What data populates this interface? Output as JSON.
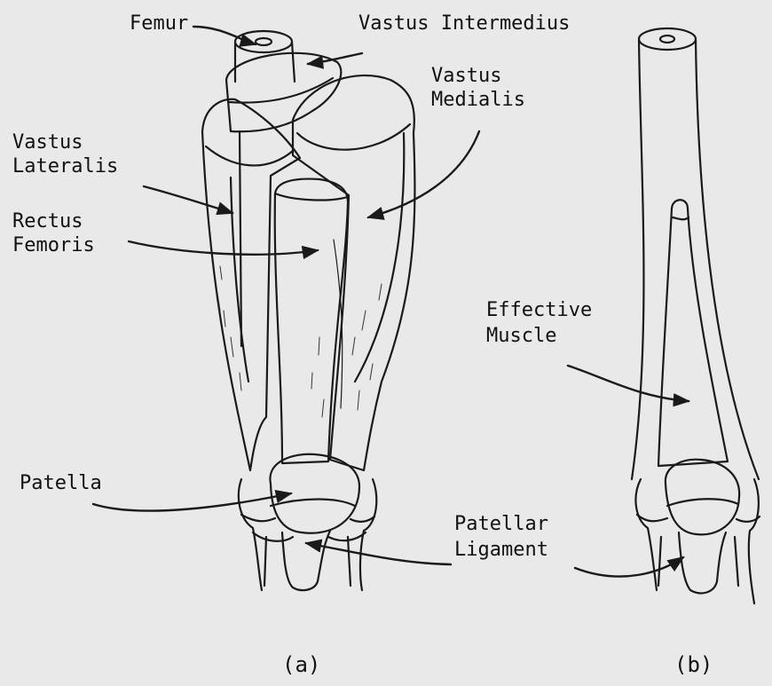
{
  "labels": {
    "femur": "Femur",
    "vastus_intermedius": "Vastus Intermedius",
    "vastus_medialis_1": "Vastus",
    "vastus_medialis_2": "Medialis",
    "vastus_lateralis_1": "Vastus",
    "vastus_lateralis_2": "Lateralis",
    "rectus_femoris_1": "Rectus",
    "rectus_femoris_2": "Femoris",
    "patella": "Patella",
    "patellar_ligament_1": "Patellar",
    "patellar_ligament_2": "Ligament",
    "effective_muscle_1": "Effective",
    "effective_muscle_2": "Muscle"
  },
  "captions": {
    "a": "(a)",
    "b": "(b)"
  }
}
